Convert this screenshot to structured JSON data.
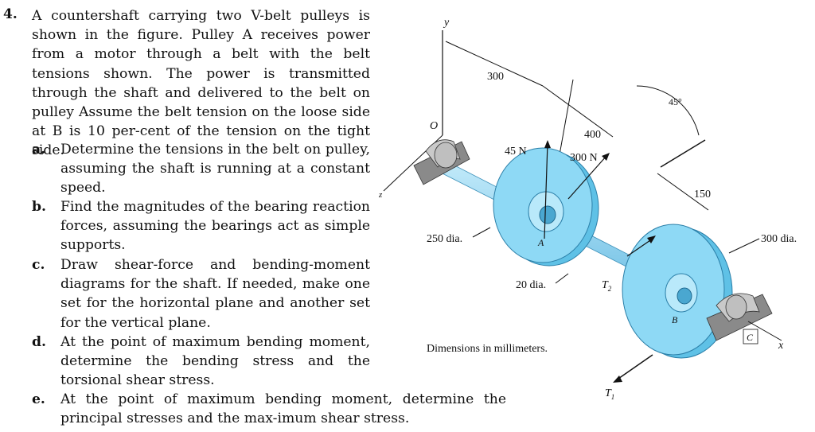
{
  "problem": {
    "number": "4.",
    "stem": "A countershaft carrying two V-belt pulleys is shown in the figure. Pulley A receives power from a motor through a belt with the belt tensions shown. The power is transmitted through the shaft and delivered to the belt on pulley Assume the belt tension on the loose side at B is 10 per-cent of the tension on the tight side.",
    "parts": [
      {
        "label": "a.",
        "text": "Determine the tensions in the belt on pulley, assuming the shaft is running at a constant speed."
      },
      {
        "label": "b.",
        "text": "Find the magnitudes of the bearing reaction forces, assuming the bearings act as simple supports."
      },
      {
        "label": "c.",
        "text": "Draw shear-force and bending-moment diagrams for the shaft. If needed, make one set for the horizontal plane and another set for the vertical plane."
      },
      {
        "label": "d.",
        "text": "At the point of maximum bending moment, determine the bending stress and the torsional shear stress."
      },
      {
        "label": "e.",
        "text": "At the point of maximum bending moment, determine the principal stresses and the max-imum shear stress."
      }
    ]
  },
  "figure": {
    "axis_y": "y",
    "axis_z": "z",
    "axis_x": "x",
    "origin": "O",
    "dim_300": "300",
    "dim_400": "400",
    "dim_150": "150",
    "angle_45": "45°",
    "force_45N": "45 N",
    "force_300N": "300 N",
    "pulley_A_dia": "250 dia.",
    "pulley_B_dia": "300 dia.",
    "shaft_dia": "20 dia.",
    "label_A": "A",
    "label_B": "B",
    "label_C": "C",
    "tension_T2": "T",
    "tension_T2_sub": "2",
    "tension_T1": "T",
    "tension_T1_sub": "1",
    "caption": "Dimensions in millimeters.",
    "colors": {
      "pulley": "#7fd3f2",
      "shaft": "#8fd0ef",
      "bearing": "#b9b9b9",
      "line": "#111111"
    }
  }
}
